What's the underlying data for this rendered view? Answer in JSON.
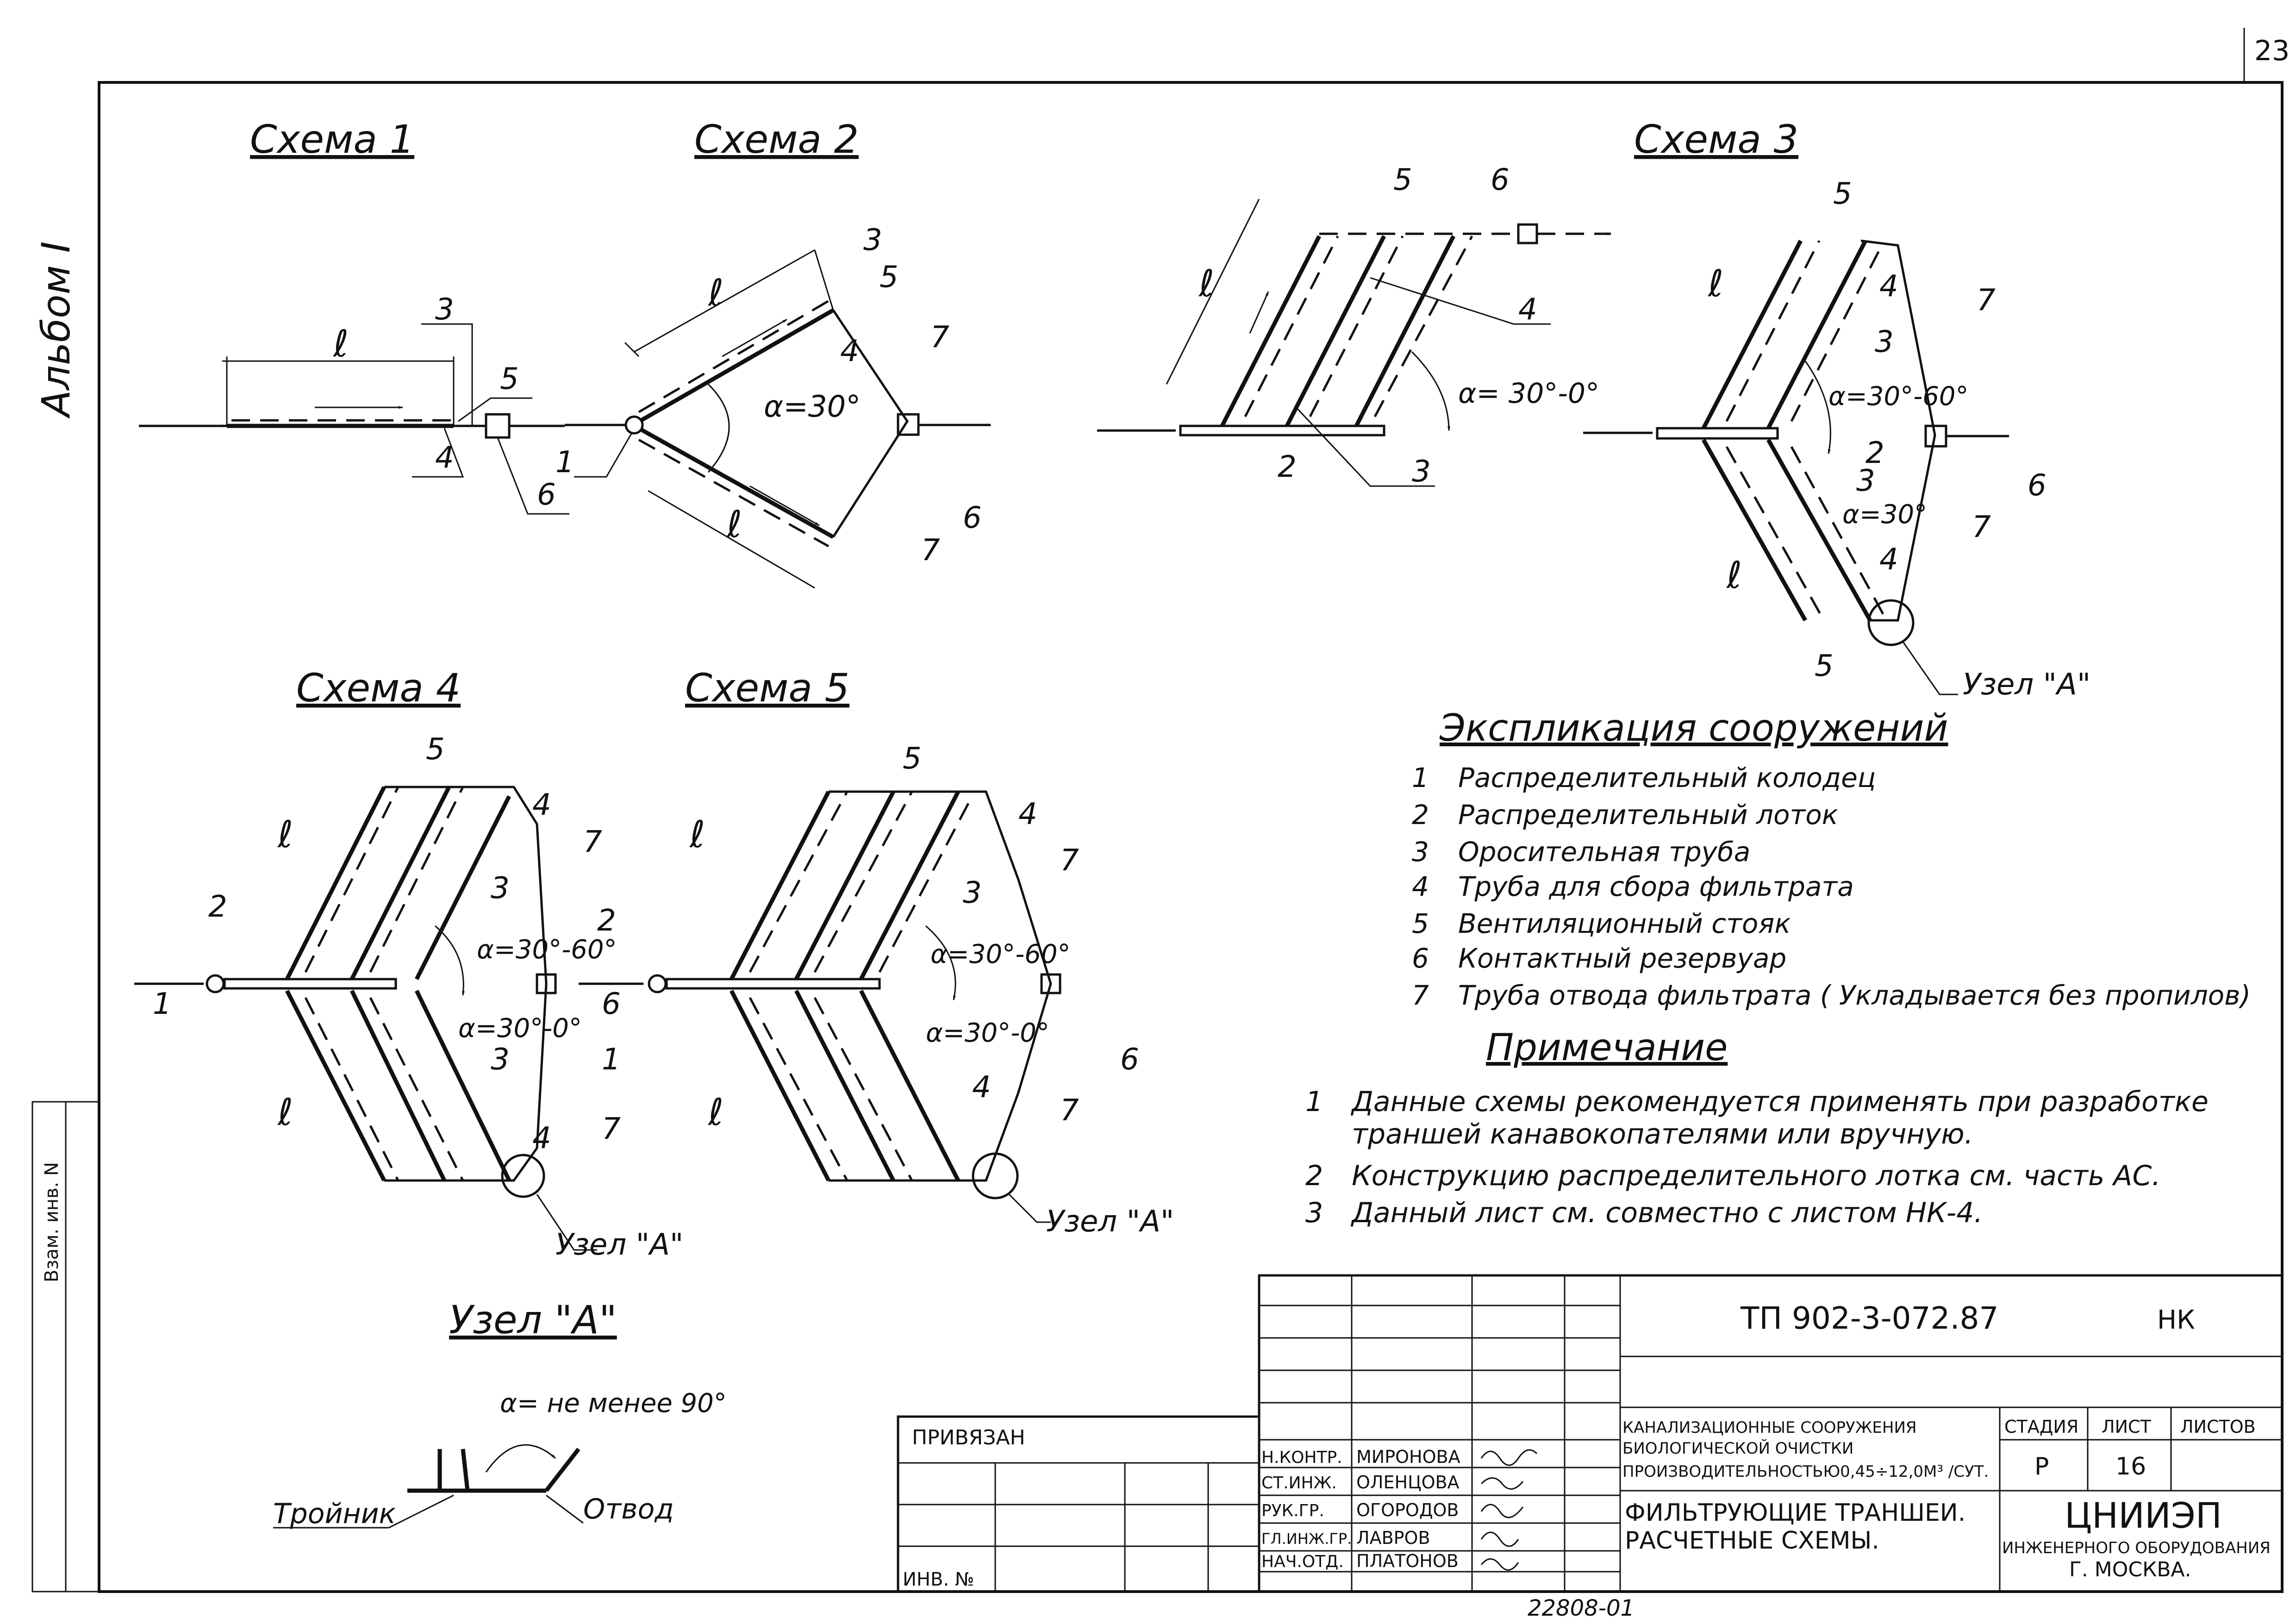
{
  "page_number": "23",
  "album_label": "Альбом I",
  "side_stamp": "Взам. инв. N",
  "schemes": {
    "s1": {
      "title": "Схема 1",
      "length": "ℓ",
      "labels": [
        "3",
        "5",
        "4",
        "6"
      ]
    },
    "s2": {
      "title": "Схема 2",
      "angle": "α=30°",
      "length": "ℓ",
      "labels": [
        "1",
        "3",
        "5",
        "4",
        "7",
        "6",
        "7"
      ]
    },
    "s3": {
      "title": "Схема 3",
      "angle": "α= 30°-0°",
      "length": "ℓ",
      "labels": [
        "5",
        "6",
        "4",
        "2",
        "3"
      ]
    },
    "s3b": {
      "angle_top": "α=30°-60°",
      "angle_bottom": "α=30°",
      "length": "ℓ",
      "labels": [
        "5",
        "7",
        "4",
        "3",
        "2",
        "3",
        "6",
        "7",
        "4",
        "5"
      ],
      "node": "Узел \"А\""
    },
    "s4": {
      "title": "Схема 4",
      "angle_top": "α=30°-60°",
      "angle_bottom": "α=30°-0°",
      "length": "ℓ",
      "labels": [
        "5",
        "4",
        "7",
        "3",
        "2",
        "1",
        "6",
        "3",
        "7",
        "4"
      ],
      "node": "Узел \"А\""
    },
    "s5": {
      "title": "Схема 5",
      "angle_top": "α=30°-60°",
      "angle_bottom": "α=30°-0°",
      "length": "ℓ",
      "labels": [
        "5",
        "4",
        "7",
        "3",
        "2",
        "1",
        "6",
        "4",
        "7"
      ],
      "node": "Узел \"А\""
    }
  },
  "node_detail": {
    "title": "Узел \"А\"",
    "angle_note": "α= не менее 90°",
    "left_label": "Тройник",
    "right_label": "Отвод"
  },
  "explication": {
    "title": "Экспликация сооружений",
    "items": [
      {
        "num": "1",
        "text": "Распределительный колодец"
      },
      {
        "num": "2",
        "text": "Распределительный лоток"
      },
      {
        "num": "3",
        "text": "Оросительная труба"
      },
      {
        "num": "4",
        "text": "Труба для сбора фильтрата"
      },
      {
        "num": "5",
        "text": "Вентиляционный стояк"
      },
      {
        "num": "6",
        "text": "Контактный резервуар"
      },
      {
        "num": "7",
        "text": "Труба отвода фильтрата ( Укладывается без пропилов)"
      }
    ]
  },
  "notes": {
    "title": "Примечание",
    "items": [
      {
        "num": "1",
        "lines": [
          "Данные схемы рекомендуется применять при разработке",
          "траншей канавокопателями или вручную."
        ]
      },
      {
        "num": "2",
        "lines": [
          "Конструкцию распределительного лотка см. часть АС."
        ]
      },
      {
        "num": "3",
        "lines": [
          "Данный лист см. совместно с листом НК-4."
        ]
      }
    ]
  },
  "title_block": {
    "doc_code": "ТП 902-3-072.87",
    "doc_mark": "НК",
    "project_lines": [
      "КАНАЛИЗАЦИОННЫЕ           СООРУЖЕНИЯ",
      "БИОЛОГИЧЕСКОЙ ОЧИСТКИ",
      "ПРОИЗВОДИТЕЛЬНОСТЬЮ0,45÷12,0М³ /СУТ."
    ],
    "sheet_title_lines": [
      "ФИЛЬТРУЮЩИЕ ТРАНШЕИ.",
      "РАСЧЕТНЫЕ    СХЕМЫ."
    ],
    "col_stage": "СТАДИЯ",
    "col_sheet": "ЛИСТ",
    "col_sheets": "ЛИСТОВ",
    "stage": "Р",
    "sheet": "16",
    "org_name": "ЦНИИЭП",
    "org_sub": "ИНЖЕНЕРНОГО ОБОРУДОВАНИЯ",
    "org_city": "Г. МОСКВА.",
    "bound_label": "ПРИВЯЗАН",
    "inv_label": "ИНВ. №",
    "signatures": [
      {
        "role": "Н.КОНТР.",
        "name": "МИРОНОВА"
      },
      {
        "role": "СТ.ИНЖ.",
        "name": "ОЛЕНЦОВА"
      },
      {
        "role": "РУК.ГР.",
        "name": "ОГОРОДОВ"
      },
      {
        "role": "ГЛ.ИНЖ.ГР.",
        "name": "ЛАВРОВ"
      },
      {
        "role": "НАЧ.ОТД.",
        "name": "ПЛАТОНОВ"
      }
    ],
    "archive_number": "22808-01"
  }
}
